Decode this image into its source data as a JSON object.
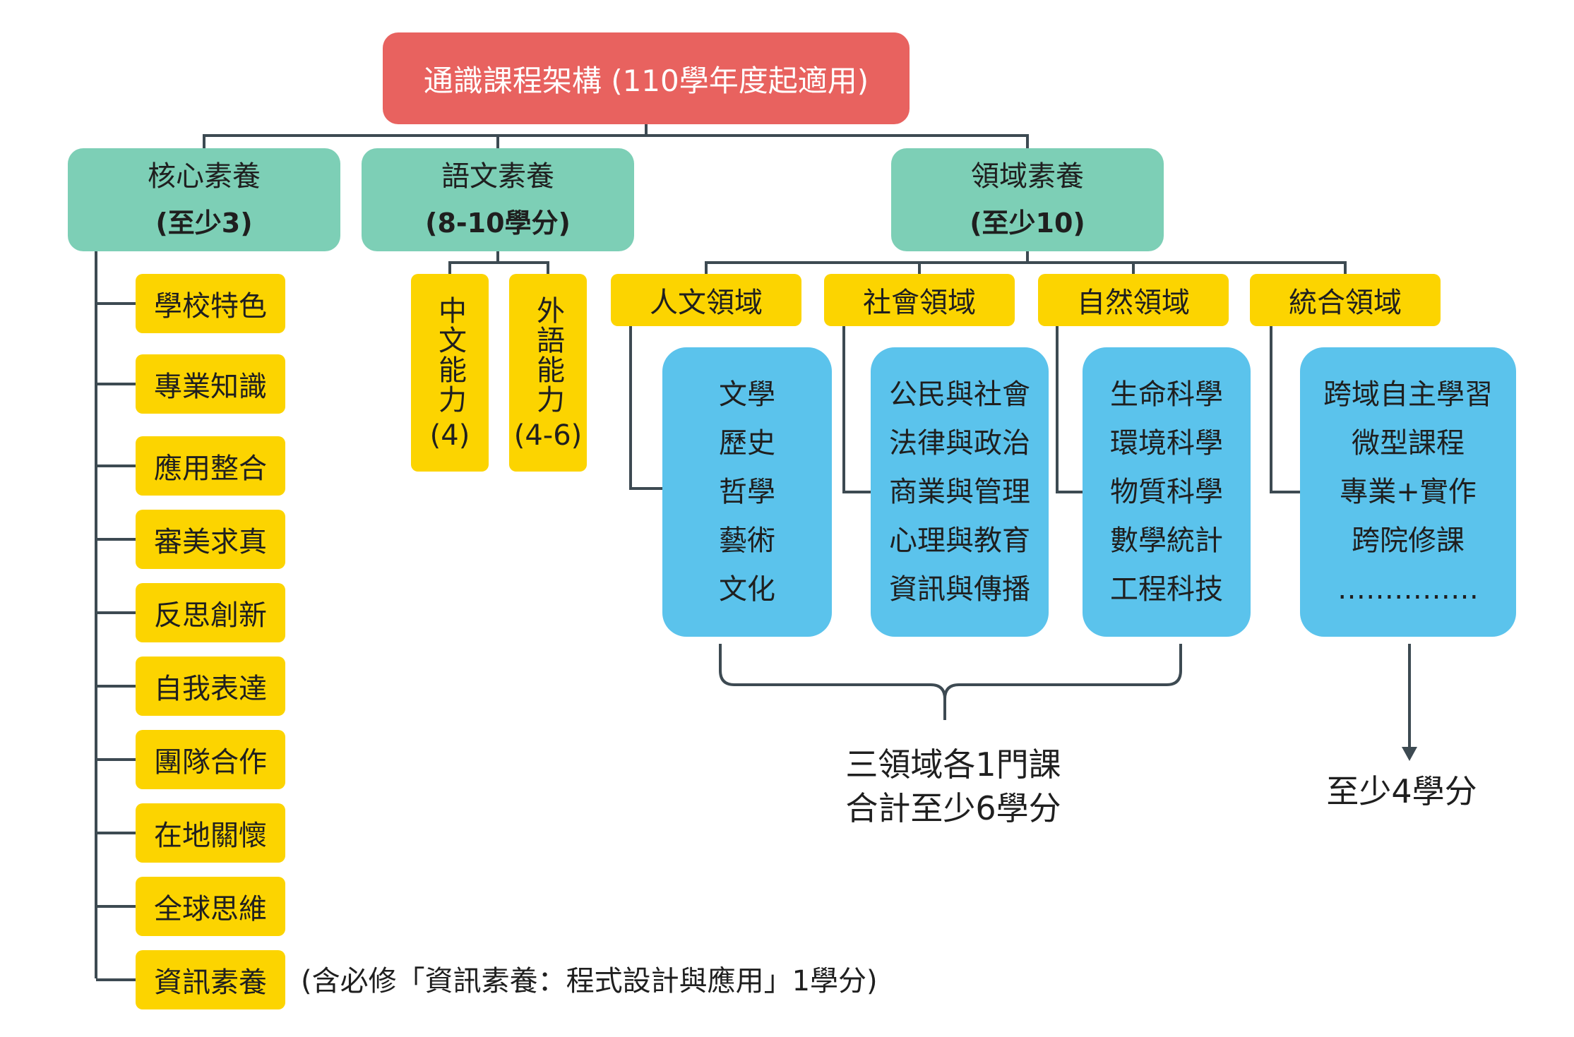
{
  "root": {
    "label": "通識課程架構 (110學年度起適用)"
  },
  "core": {
    "title": "核心素養",
    "credits": "(至少3)",
    "items": [
      "學校特色",
      "專業知識",
      "應用整合",
      "審美求真",
      "反思創新",
      "自我表達",
      "團隊合作",
      "在地關懷",
      "全球思維",
      "資訊素養"
    ],
    "note": "(含必修「資訊素養：程式設計與應用」1學分)"
  },
  "language": {
    "title": "語文素養",
    "credits": "(8-10學分)",
    "items": [
      {
        "label": "中文能力",
        "credits": "(4)"
      },
      {
        "label": "外語能力",
        "credits": "(4-6)"
      }
    ]
  },
  "field": {
    "title": "領域素養",
    "credits": "(至少10)",
    "domains": [
      {
        "label": "人文領域",
        "courses": [
          "文學",
          "歷史",
          "哲學",
          "藝術",
          "文化"
        ]
      },
      {
        "label": "社會領域",
        "courses": [
          "公民與社會",
          "法律與政治",
          "商業與管理",
          "心理與教育",
          "資訊與傳播"
        ]
      },
      {
        "label": "自然領域",
        "courses": [
          "生命科學",
          "環境科學",
          "物質科學",
          "數學統計",
          "工程科技"
        ]
      },
      {
        "label": "統合領域",
        "courses": [
          "跨域自主學習",
          "微型課程",
          "專業+實作",
          "跨院修課",
          "……………"
        ]
      }
    ],
    "note_three": [
      "三領域各1門課",
      "合計至少6學分"
    ],
    "note_integrated": "至少4學分"
  },
  "colors": {
    "root": "#e8625f",
    "category": "#7dcfb6",
    "item": "#fcd400",
    "courses": "#5bc3ec",
    "line": "#3d4a52"
  }
}
